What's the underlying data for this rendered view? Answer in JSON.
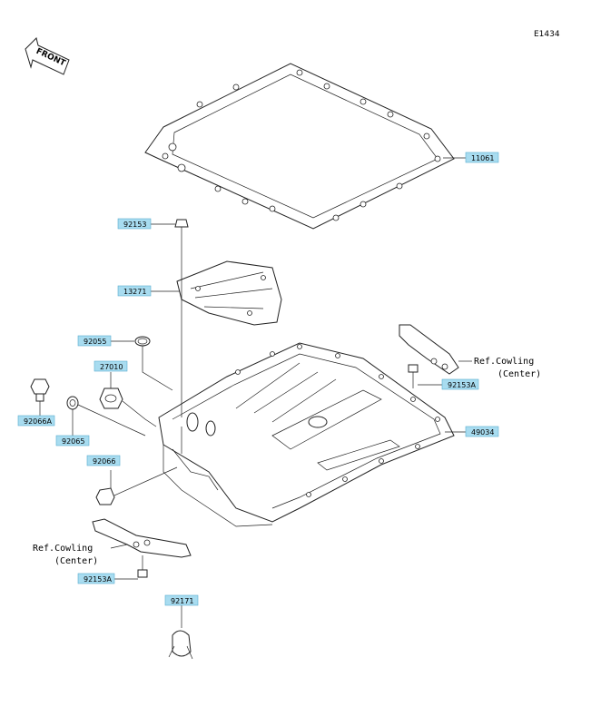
{
  "diagram": {
    "code": "E1434",
    "front_label": "FRONT",
    "parts": [
      {
        "id": "p-11061",
        "number": "11061"
      },
      {
        "id": "p-92153-top",
        "number": "92153"
      },
      {
        "id": "p-13271",
        "number": "13271"
      },
      {
        "id": "p-92055",
        "number": "92055"
      },
      {
        "id": "p-27010",
        "number": "27010"
      },
      {
        "id": "p-92066a",
        "number": "92066A"
      },
      {
        "id": "p-92065",
        "number": "92065"
      },
      {
        "id": "p-92066",
        "number": "92066"
      },
      {
        "id": "p-92153a-right",
        "number": "92153A"
      },
      {
        "id": "p-49034",
        "number": "49034"
      },
      {
        "id": "p-92153a-left",
        "number": "92153A"
      },
      {
        "id": "p-92171",
        "number": "92171"
      }
    ],
    "references": [
      {
        "id": "ref-right",
        "line1": "Ref.Cowling",
        "line2": "(Center)"
      },
      {
        "id": "ref-left",
        "line1": "Ref.Cowling",
        "line2": "(Center)"
      }
    ]
  }
}
